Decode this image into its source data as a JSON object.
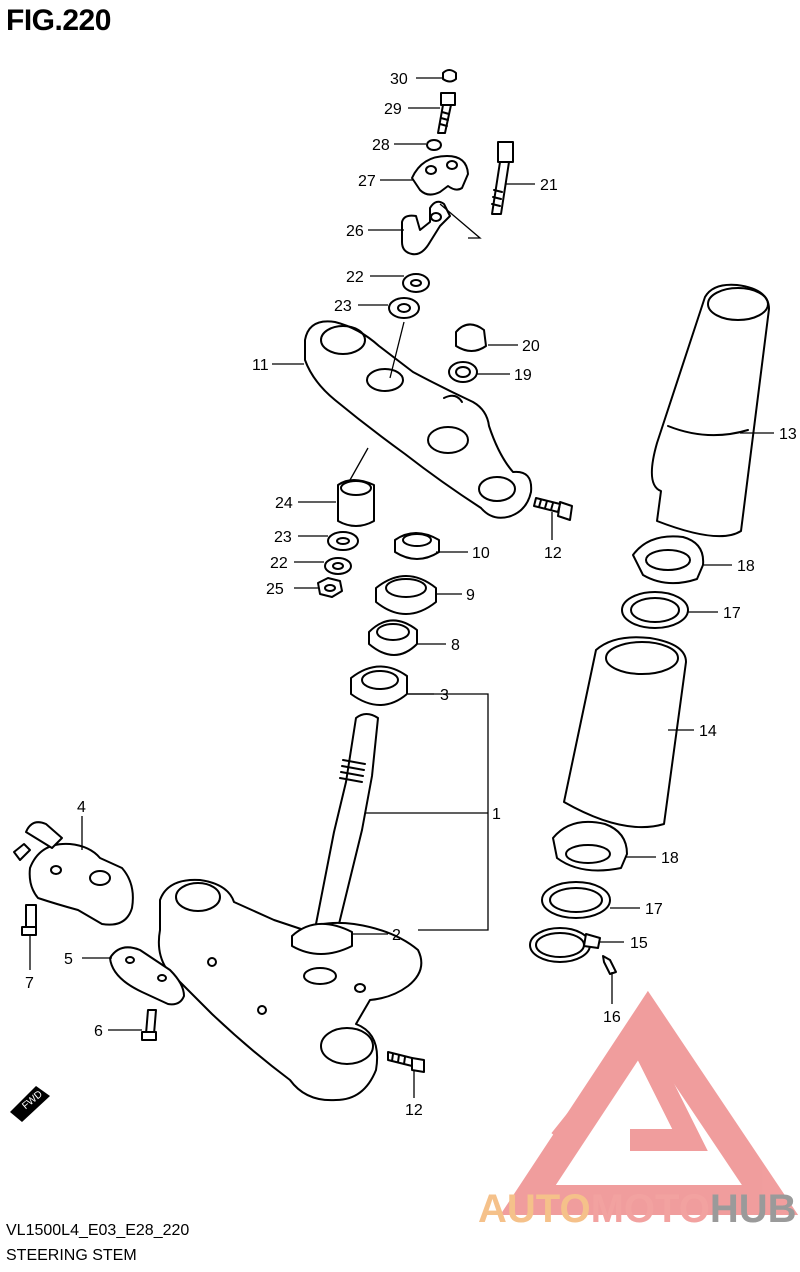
{
  "figure": {
    "title": "FIG.220"
  },
  "footer": {
    "code": "VL1500L4_E03_E28_220",
    "name": "STEERING STEM"
  },
  "fwd_label": "FWD",
  "watermark": {
    "part1": "AUTO",
    "part2": "MOTO",
    "part3": "HUB",
    "colors": {
      "auto": "#F5C18A",
      "moto": "#F2A2A0",
      "hub": "#9A9A9A",
      "logo": "#EE8D8D"
    }
  },
  "callouts": [
    "30",
    "29",
    "28",
    "27",
    "21",
    "26",
    "22",
    "23",
    "20",
    "19",
    "11",
    "13",
    "24",
    "12",
    "23",
    "10",
    "22",
    "18",
    "25",
    "9",
    "17",
    "8",
    "3",
    "14",
    "1",
    "4",
    "18",
    "17",
    "2",
    "15",
    "5",
    "7",
    "16",
    "6",
    "12"
  ]
}
